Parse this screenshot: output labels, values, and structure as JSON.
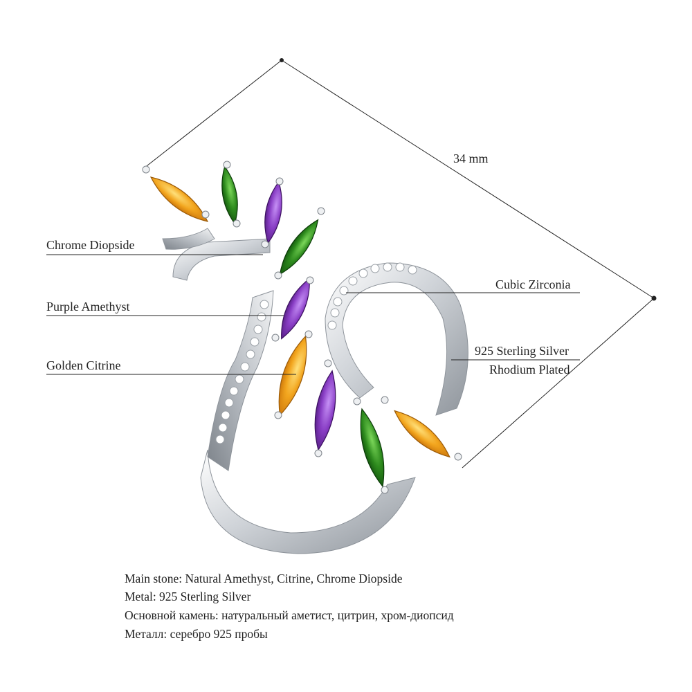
{
  "dimension": "34 mm",
  "callouts": {
    "chrome_diopside": "Chrome Diopside",
    "purple_amethyst": "Purple Amethyst",
    "golden_citrine": "Golden Citrine",
    "cubic_zirconia": "Cubic Zirconia",
    "silver_line1": "925 Sterling Silver",
    "silver_line2": "Rhodium Plated"
  },
  "specs": {
    "line1": "Main stone: Natural Amethyst, Citrine, Chrome Diopside",
    "line2": "Metal: 925 Sterling Silver",
    "line3": "Основной камень: натуральный аметист, цитрин, хром-диопсид",
    "line4": "Металл: серебро 925 пробы"
  },
  "colors": {
    "citrine": "#F2A51E",
    "chrome_diopside": "#2E8B1E",
    "amethyst": "#8A3FC6",
    "silver": "#D9DCE0"
  }
}
